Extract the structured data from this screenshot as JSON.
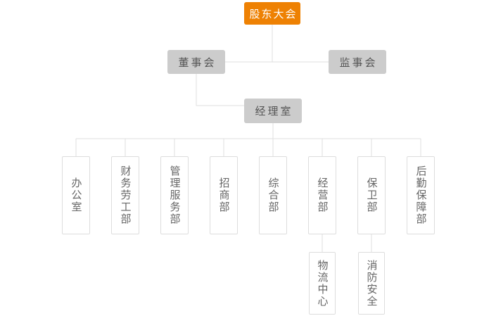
{
  "org_chart": {
    "root": {
      "label": "股东大会"
    },
    "board": {
      "label": "董事会"
    },
    "supervisory": {
      "label": "监事会"
    },
    "manager_office": {
      "label": "经理室"
    },
    "departments": [
      {
        "label": "办公室"
      },
      {
        "label": "财务劳工部"
      },
      {
        "label": "管理服务部"
      },
      {
        "label": "招商部"
      },
      {
        "label": "综合部"
      },
      {
        "label": "经营部"
      },
      {
        "label": "保卫部"
      },
      {
        "label": "后勤保障部"
      }
    ],
    "sub_departments": [
      {
        "label": "物流中心",
        "parent": "经营部"
      },
      {
        "label": "消防安全",
        "parent": "保卫部"
      }
    ],
    "colors": {
      "root_bg": "#EE8103",
      "root_text": "#FFFFFF",
      "node_bg": "#CCCCCC",
      "node_text": "#555555",
      "leaf_border": "#DDDDDD",
      "leaf_text": "#666666",
      "connector": "#DFDFDF",
      "background": "#FFFFFF"
    }
  }
}
